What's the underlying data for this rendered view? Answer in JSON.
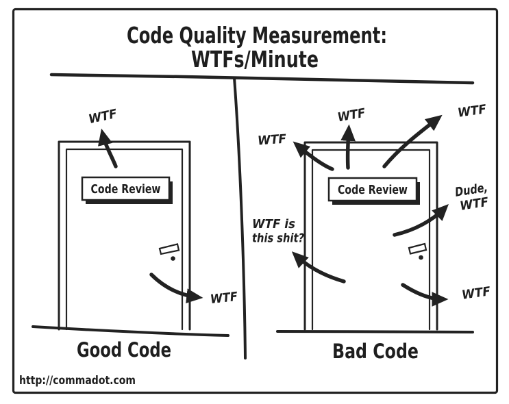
{
  "colors": {
    "ink": "#222222",
    "paper": "#ffffff"
  },
  "title": {
    "line1": "Code Quality Measurement:",
    "line2": "WTFs/Minute"
  },
  "good_panel": {
    "caption": "Good Code",
    "door_sign": "Code Review",
    "wtf_top": "WTF",
    "wtf_bottom": "WTF"
  },
  "bad_panel": {
    "caption": "Bad Code",
    "door_sign": "Code Review",
    "wtf_top_left": "WTF",
    "wtf_top_center": "WTF",
    "wtf_top_right": "WTF",
    "dude_wtf_line1": "Dude,",
    "dude_wtf_line2": "WTF",
    "wtf_is_line1": "WTF is",
    "wtf_is_line2": "this shit?",
    "wtf_bottom_right": "WTF"
  },
  "footer": {
    "url": "http://commadot.com"
  }
}
